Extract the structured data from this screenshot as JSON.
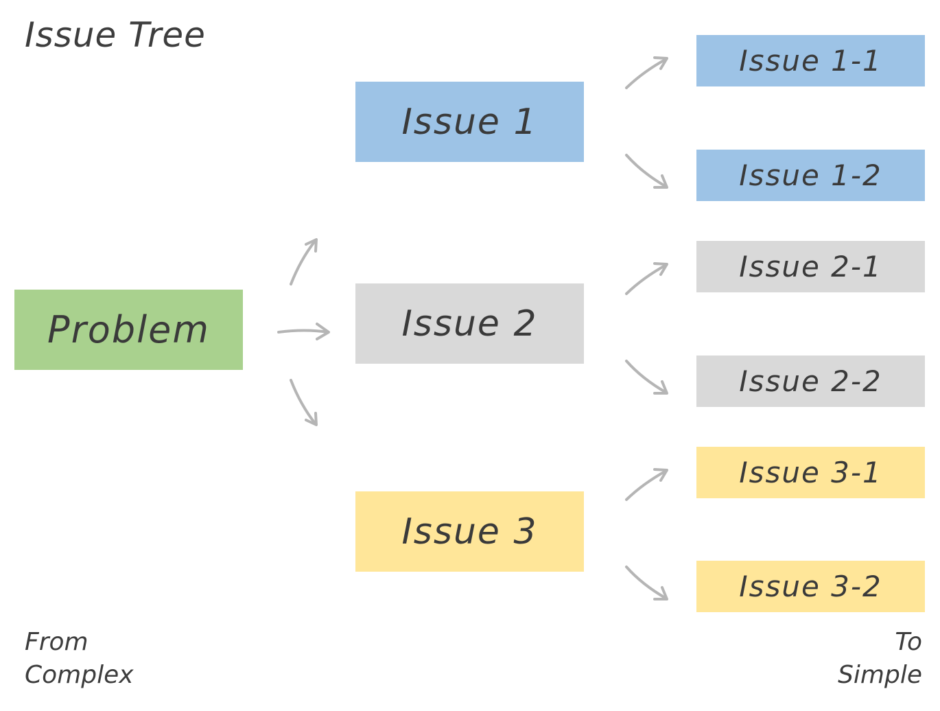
{
  "title": "Issue Tree",
  "nodes": {
    "problem": {
      "label": "Problem",
      "color": "#a9d18e"
    },
    "issue_1": {
      "label": "Issue 1",
      "color": "#9dc3e6"
    },
    "issue_2": {
      "label": "Issue 2",
      "color": "#d9d9d9"
    },
    "issue_3": {
      "label": "Issue 3",
      "color": "#ffe699"
    },
    "issue_1_1": {
      "label": "Issue 1-1",
      "color": "#9dc3e6"
    },
    "issue_1_2": {
      "label": "Issue 1-2",
      "color": "#9dc3e6"
    },
    "issue_2_1": {
      "label": "Issue 2-1",
      "color": "#d9d9d9"
    },
    "issue_2_2": {
      "label": "Issue 2-2",
      "color": "#d9d9d9"
    },
    "issue_3_1": {
      "label": "Issue 3-1",
      "color": "#ffe699"
    },
    "issue_3_2": {
      "label": "Issue 3-2",
      "color": "#ffe699"
    }
  },
  "edges": [
    {
      "from": "Problem",
      "to": "Issue 1"
    },
    {
      "from": "Problem",
      "to": "Issue 2"
    },
    {
      "from": "Problem",
      "to": "Issue 3"
    },
    {
      "from": "Issue 1",
      "to": "Issue 1-1"
    },
    {
      "from": "Issue 1",
      "to": "Issue 1-2"
    },
    {
      "from": "Issue 2",
      "to": "Issue 2-1"
    },
    {
      "from": "Issue 2",
      "to": "Issue 2-2"
    },
    {
      "from": "Issue 3",
      "to": "Issue 3-1"
    },
    {
      "from": "Issue 3",
      "to": "Issue 3-2"
    }
  ],
  "captions": {
    "left_line1": "From",
    "left_line2": "Complex",
    "right_line1": "To",
    "right_line2": "Simple"
  },
  "arrow_color": "#b5b5b5"
}
